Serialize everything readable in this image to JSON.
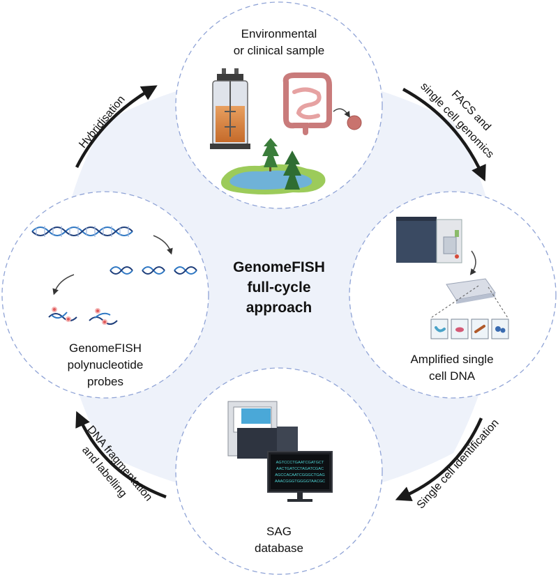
{
  "center": {
    "line1": "GenomeFISH",
    "line2": "full-cycle",
    "line3": "approach"
  },
  "stages": {
    "top": {
      "line1": "Environmental",
      "line2": "or clinical sample"
    },
    "right": {
      "line1": "Amplified single",
      "line2": "cell DNA"
    },
    "bottom": {
      "line1": "SAG",
      "line2": "database"
    },
    "left": {
      "line1": "GenomeFISH",
      "line2": "polynucleotide",
      "line3": "probes"
    }
  },
  "arrows": {
    "top_left": "Hybridisation",
    "top_right_1": "FACS and",
    "top_right_2": "single cell genomics",
    "bottom_right": "Single cell identification",
    "bottom_left_1": "DNA fragmentation",
    "bottom_left_2": "and labelling"
  },
  "sequence_lines": [
    "AGTCCCTGAATCGATGCT",
    "AACTGATCCTAGATCGAC",
    "AGCCACAATCGGGCTGAG",
    "AAACGGGTGGGGTAACGC"
  ],
  "colors": {
    "center_fill": "#eef2fa",
    "circle_border": "#8fa3d6",
    "arrow": "#1a1a1a",
    "text": "#111111",
    "sequence_text": "#4fd6d6"
  }
}
